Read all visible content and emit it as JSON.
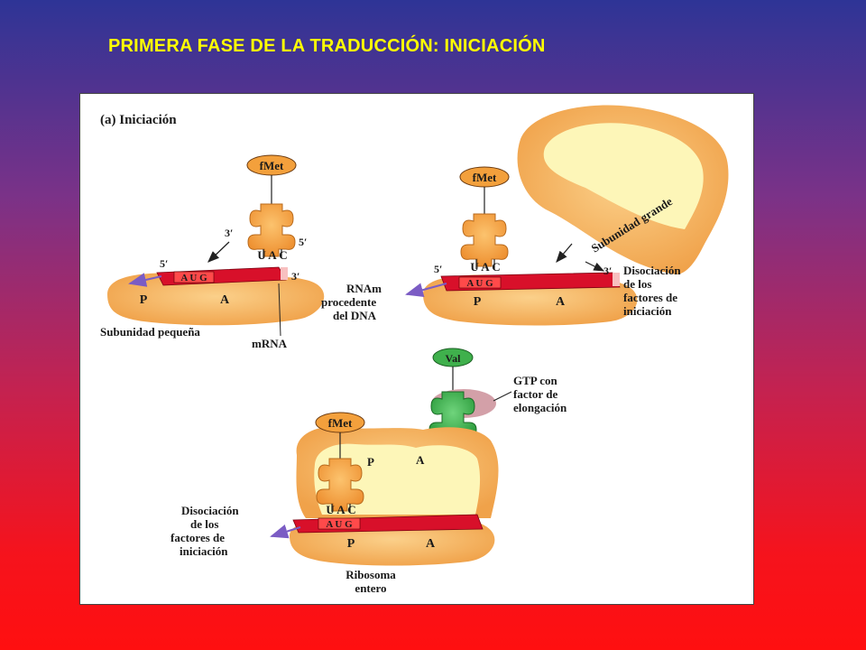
{
  "slide": {
    "title": "PRIMERA FASE DE LA TRADUCCIÓN: INICIACIÓN"
  },
  "figure": {
    "heading": "(a) Iniciación",
    "panel1": {
      "amino_acid": "fMet",
      "three_prime": "3′",
      "five_prime": "5′",
      "anticodon": "U A C",
      "mrna_five": "5′",
      "mrna_three": "3′",
      "codon": "A U G",
      "site_p": "P",
      "site_a": "A",
      "small_subunit": "Subunidad pequeña",
      "mrna": "mRNA"
    },
    "panel2": {
      "amino_acid": "fMet",
      "anticodon": "U A C",
      "mrna_five": "5′",
      "mrna_three": "3′",
      "codon": "A U G",
      "site_p": "P",
      "site_a": "A",
      "large_subunit": "Subunidad grande",
      "rnam_lines": [
        "RNAm",
        "procedente",
        "del DNA"
      ],
      "dissociation_lines": [
        "Disociación",
        "de los",
        "factores de",
        "iniciación"
      ]
    },
    "panel3": {
      "amino_acid_p": "fMet",
      "amino_acid_a": "Val",
      "gtp_lines": [
        "GTP con",
        "factor de",
        "elongación"
      ],
      "site_p_top": "P",
      "site_a_top": "A",
      "anticodon": "U A C",
      "codon": "A U G",
      "site_p": "P",
      "site_a": "A",
      "dissociation_lines": [
        "Disociación",
        "de los",
        "factores de",
        "iniciación"
      ],
      "ribosome_lines": [
        "Ribosoma",
        "entero"
      ]
    }
  },
  "colors": {
    "title": "#ffff00",
    "subunit": "#f6b462",
    "subunit_inner": "#fdf6b8",
    "trna": "#f5a040",
    "mrna": "#d8102a",
    "val_trna": "#2a9a3a",
    "arrow": "#7b5cc4"
  }
}
